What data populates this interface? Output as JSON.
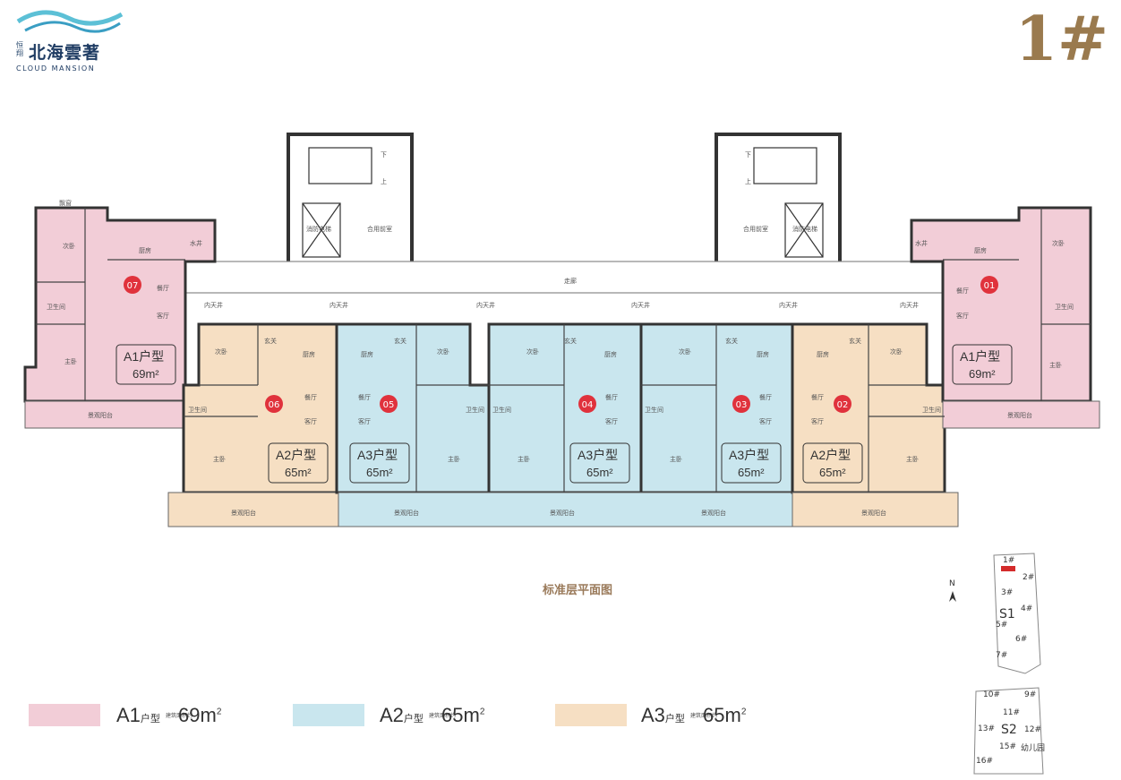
{
  "logo": {
    "brand_small": "恒翔",
    "brand_cn": "北海雲著",
    "brand_en": "CLOUD MANSION"
  },
  "building_number": "1#",
  "plan": {
    "title": "标准层平面图",
    "corridor_label": "走廊",
    "shaft_labels": [
      "内天井",
      "内天井",
      "内天井",
      "内天井",
      "内天井",
      "内天井"
    ],
    "core_labels": {
      "down": "下",
      "up": "上",
      "elevator": "消防电梯",
      "lobby": "合用前室"
    },
    "water_well": "水井",
    "units": [
      {
        "badge": "07",
        "type_letter": "A1",
        "type_suffix": "户型",
        "area": "69m²",
        "color": "#f2cdd7"
      },
      {
        "badge": "06",
        "type_letter": "A2",
        "type_suffix": "户型",
        "area": "65m²",
        "color": "#f6dfc3"
      },
      {
        "badge": "05",
        "type_letter": "A3",
        "type_suffix": "户型",
        "area": "65m²",
        "color": "#c9e6ee"
      },
      {
        "badge": "04",
        "type_letter": "A3",
        "type_suffix": "户型",
        "area": "65m²",
        "color": "#c9e6ee"
      },
      {
        "badge": "03",
        "type_letter": "A3",
        "type_suffix": "户型",
        "area": "65m²",
        "color": "#c9e6ee"
      },
      {
        "badge": "02",
        "type_letter": "A2",
        "type_suffix": "户型",
        "area": "65m²",
        "color": "#f6dfc3"
      },
      {
        "badge": "01",
        "type_letter": "A1",
        "type_suffix": "户型",
        "area": "69m²",
        "color": "#f2cdd7"
      }
    ],
    "room_labels": {
      "bedroom2": "次卧",
      "master": "主卧",
      "kitchen": "厨房",
      "dining": "餐厅",
      "living": "客厅",
      "bath": "卫生间",
      "entry": "玄关",
      "balcony": "景观阳台",
      "bay": "飘窗"
    },
    "badge_color": "#e0323c"
  },
  "legend": [
    {
      "swatch_color": "#f2cdd7",
      "type": "A1",
      "suffix": "户型",
      "note": "建筑面积约",
      "area": "69m",
      "sup": "2"
    },
    {
      "swatch_color": "#c9e6ee",
      "type": "A2",
      "suffix": "户型",
      "note": "建筑面积约",
      "area": "65m",
      "sup": "2"
    },
    {
      "swatch_color": "#f6dfc3",
      "type": "A3",
      "suffix": "户型",
      "note": "建筑面积约",
      "area": "65m",
      "sup": "2"
    }
  ],
  "site_map": {
    "north": "N",
    "zone1": "S1",
    "zone2": "S2",
    "kindergarten": "幼儿园",
    "buildings": [
      "1#",
      "2#",
      "3#",
      "4#",
      "5#",
      "6#",
      "7#",
      "9#",
      "10#",
      "11#",
      "12#",
      "13#",
      "15#",
      "16#"
    ]
  }
}
